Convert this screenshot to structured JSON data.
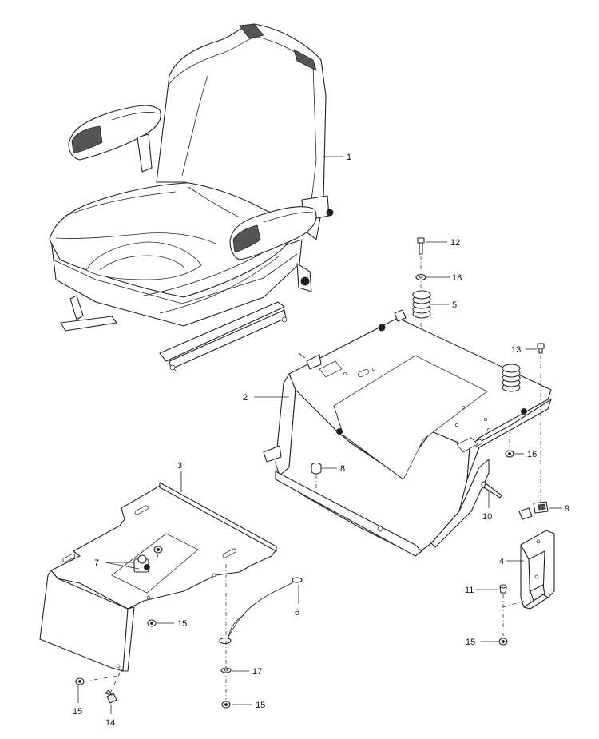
{
  "diagram": {
    "callouts": [
      {
        "id": "c1",
        "label": "1"
      },
      {
        "id": "c2",
        "label": "2"
      },
      {
        "id": "c3",
        "label": "3"
      },
      {
        "id": "c4",
        "label": "4"
      },
      {
        "id": "c5",
        "label": "5"
      },
      {
        "id": "c6",
        "label": "6"
      },
      {
        "id": "c7",
        "label": "7"
      },
      {
        "id": "c8",
        "label": "8"
      },
      {
        "id": "c9",
        "label": "9"
      },
      {
        "id": "c10",
        "label": "10"
      },
      {
        "id": "c11",
        "label": "11"
      },
      {
        "id": "c12",
        "label": "12"
      },
      {
        "id": "c13",
        "label": "13"
      },
      {
        "id": "c14",
        "label": "14"
      },
      {
        "id": "c15a",
        "label": "15"
      },
      {
        "id": "c15b",
        "label": "15"
      },
      {
        "id": "c15c",
        "label": "15"
      },
      {
        "id": "c15d",
        "label": "15"
      },
      {
        "id": "c16",
        "label": "16"
      },
      {
        "id": "c17",
        "label": "17"
      },
      {
        "id": "c18",
        "label": "18"
      }
    ]
  }
}
